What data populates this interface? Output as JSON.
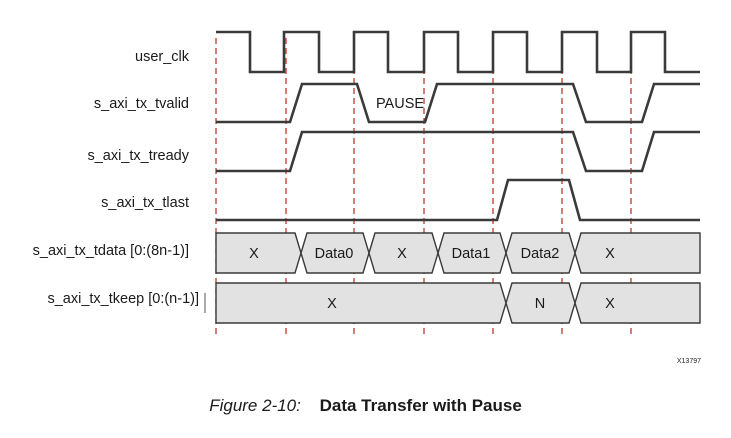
{
  "signals": [
    {
      "name": "user_clk"
    },
    {
      "name": "s_axi_tx_tvalid"
    },
    {
      "name": "s_axi_tx_tready"
    },
    {
      "name": "s_axi_tx_tlast"
    },
    {
      "name": "s_axi_tx_tdata [0:(8n-1)]"
    },
    {
      "name": "s_axi_tx_tkeep [0:(n-1)]"
    }
  ],
  "annotations": {
    "pause": "PAUSE"
  },
  "bus_values": {
    "tdata": [
      "X",
      "Data0",
      "X",
      "Data1",
      "Data2",
      "X"
    ],
    "tkeep": [
      "X",
      "N",
      "X"
    ]
  },
  "figure_id": "X13797",
  "caption": {
    "number": "Figure 2-10:",
    "title": "Data Transfer with Pause"
  },
  "colors": {
    "guide": "#c0392b",
    "bus_fill": "#e2e2e2",
    "wave": "#3a3a3a"
  }
}
